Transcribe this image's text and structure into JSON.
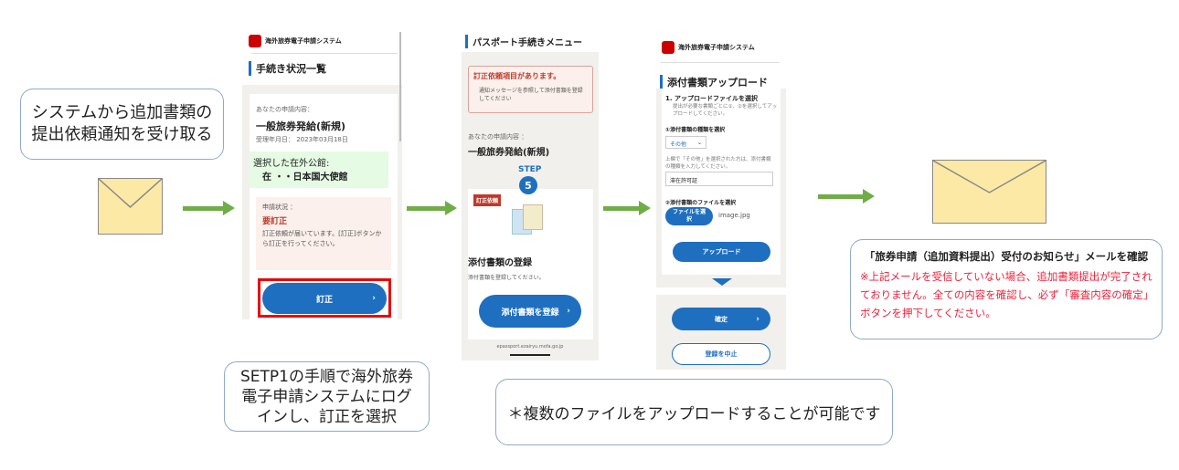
{
  "step1_callout": {
    "line1": "システムから追加書類の",
    "line2": "提出依頼通知を受け取る"
  },
  "step2_callout": {
    "line1": "SETP1の手順で海外旅券",
    "line2": "電子申請システムにログ",
    "line3": "インし、訂正を選択"
  },
  "note_callout": "＊複数のファイルをアップロードすることが可能です",
  "confirm_callout": {
    "title": "「旅券申請（追加資料提出）受付のお知らせ」メールを確認",
    "warning": "※上記メールを受信していない場合、追加書類提出が完了されておりません。全ての内容を確認し、必ず「審査内容の確定」ボタンを押下してください。"
  },
  "phone1": {
    "system_name": "海外旅券電子申請システム",
    "title": "手続き状況一覧",
    "app_label": "あなたの申請内容：",
    "app_type": "一般旅券発給(新規)",
    "date": "受理年月日： 2023年03月18日",
    "embassy_label": "選択した在外公館:",
    "embassy": "在 ・・日本国大使館",
    "status_label": "申請状況 ：",
    "status": "要訂正",
    "message": "訂正依頼が届いています。[訂正]ボタンから訂正を行ってください。",
    "button": "訂正"
  },
  "phone2": {
    "title": "パスポート手続きメニュー",
    "alert_title": "訂正依頼項目があります。",
    "alert_item": "通知メッセージを参照して添付書類を登録してください",
    "app_label": "あなたの申請内容 ：",
    "app_type": "一般旅券発給(新規)",
    "step_label": "STEP",
    "step_num": "5",
    "badge": "訂正依頼",
    "card_title": "添付書類の登録",
    "card_desc": "添付書類を登録してください。",
    "button": "添付書類を登録",
    "url": "epassport.ezairyu.mofa.go.jp"
  },
  "phone3": {
    "system_name": "海外旅券電子申請システム",
    "title": "添付書類アップロード",
    "section": "1. アップロードファイルを選択",
    "section_desc": "提出が必要な書類ごとに①、②を選択してアップロードしてください。",
    "type_label": "①添付書類の種類を選択",
    "type_value": "その他",
    "other_desc": "上欄で「その他」を選択された方は、添付書類の種類を入力してください。",
    "other_value": "滞在許可証",
    "file_label": "②添付書類のファイルを選択",
    "file_button": "ファイルを選択",
    "file_name": "image.jpg",
    "upload_button": "アップロード",
    "confirm_button": "確定",
    "cancel_button": "登録を中止"
  }
}
